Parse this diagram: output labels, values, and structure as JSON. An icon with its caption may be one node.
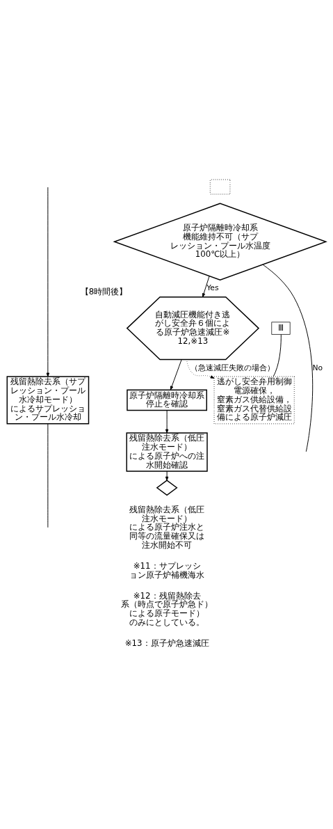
{
  "diagram": {
    "nodes": [
      {
        "text": [
          "残留熱除去系（サプレッション・プール水冷却モード）によるサプレッション・プール水冷却"
        ]
      },
      {
        "text": [],
        "shape": "box"
      },
      {
        "text": [
          "原子炉隔離時冷却系機能維持不可（サプレッション・プール水温度 100℃以上）"
        ]
      },
      {
        "text": [
          "自動減圧機能付き逃がし安全弁６個による原子炉急速減圧※12,※13"
        ],
        "beside": [
          "【8時間後】"
        ]
      },
      {
        "text": [
          "逃がし安全弁用制御電源確保，窒素ガス供給設備，窒素ガス代替供給設備による原子炉減圧"
        ]
      },
      {
        "text": [
          "Ⅲ"
        ]
      },
      {
        "text": [
          "原子炉隔離時冷却系停止を確認"
        ]
      },
      {
        "text": [
          "残留熱除去系（低圧注水モード）による原子炉への注水開始確認"
        ]
      },
      {
        "text": [],
        "shape": "diamond"
      }
    ],
    "edges": [
      {
        "from": null,
        "to": 0,
        "arrow": "to"
      },
      {
        "from": 0,
        "to": null,
        "arrow": "none"
      },
      {
        "from": 2,
        "to": null,
        "arrow": "none",
        "label": "No"
      },
      {
        "from": 2,
        "to": 3,
        "arrow": "to",
        "label": "Yes"
      },
      {
        "from": 3,
        "to": 4,
        "arrow": "to",
        "label": "（急速減圧失敗の場合）",
        "style": "dashed"
      },
      {
        "from": 5,
        "to": 4,
        "arrow": "none"
      },
      {
        "from": 3,
        "to": 6,
        "arrow": "to"
      },
      {
        "from": 6,
        "to": 7,
        "arrow": "to"
      },
      {
        "from": 7,
        "to": 8,
        "arrow": "to"
      }
    ],
    "labels": [
      "残留熱除去系（低圧注水モード）による原子炉注水と同等の流量確保又は注水開始不可",
      "※11：サプレッション原子炉補機海水",
      "※12：残留熱除去系（時点で原子炉急ド）による原子モード）のみにとしている。",
      "※13：原子炉急速減圧"
    ]
  }
}
